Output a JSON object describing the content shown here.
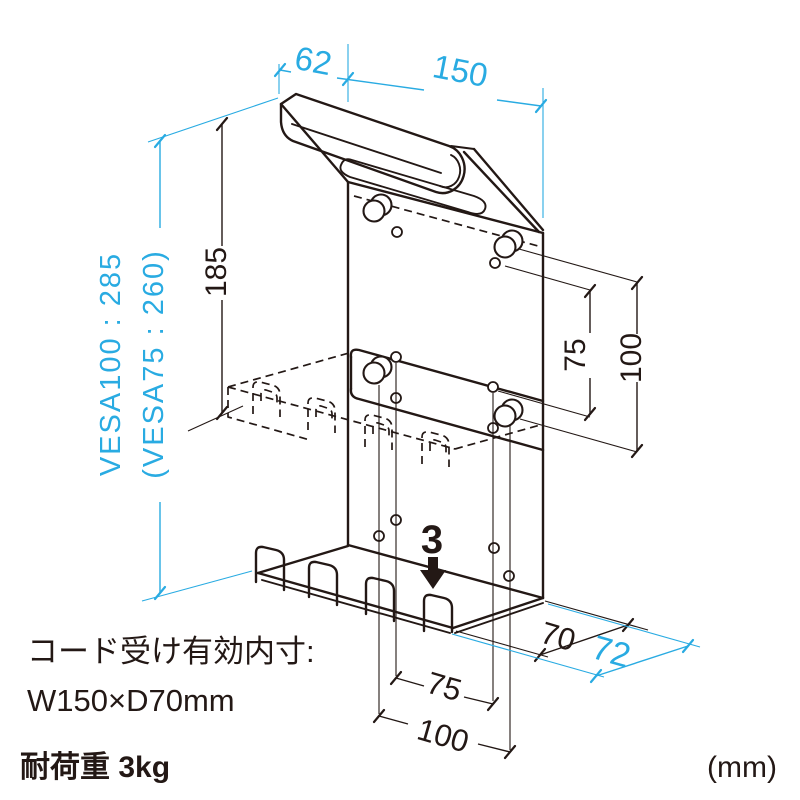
{
  "drawing": {
    "dims": {
      "handle_offset": "62",
      "plate_width": "150",
      "vesa100_height": "VESA100 : 285",
      "vesa75_height": "(VESA75 : 260)",
      "upper_span": "185",
      "side_pitch_75": "75",
      "side_pitch_100": "100",
      "inner_depth": "70",
      "outer_depth": "72",
      "slot_gap": "3",
      "bottom_pitch_75": "75",
      "bottom_pitch_100": "100"
    },
    "notes": {
      "cord_note_line1": "コード受け有効内寸:",
      "cord_note_line2": "W150×D70mm",
      "load_capacity": "耐荷重 3kg",
      "unit": "(mm)"
    },
    "colors": {
      "accent": "#29ABE2",
      "ink": "#231815"
    }
  }
}
